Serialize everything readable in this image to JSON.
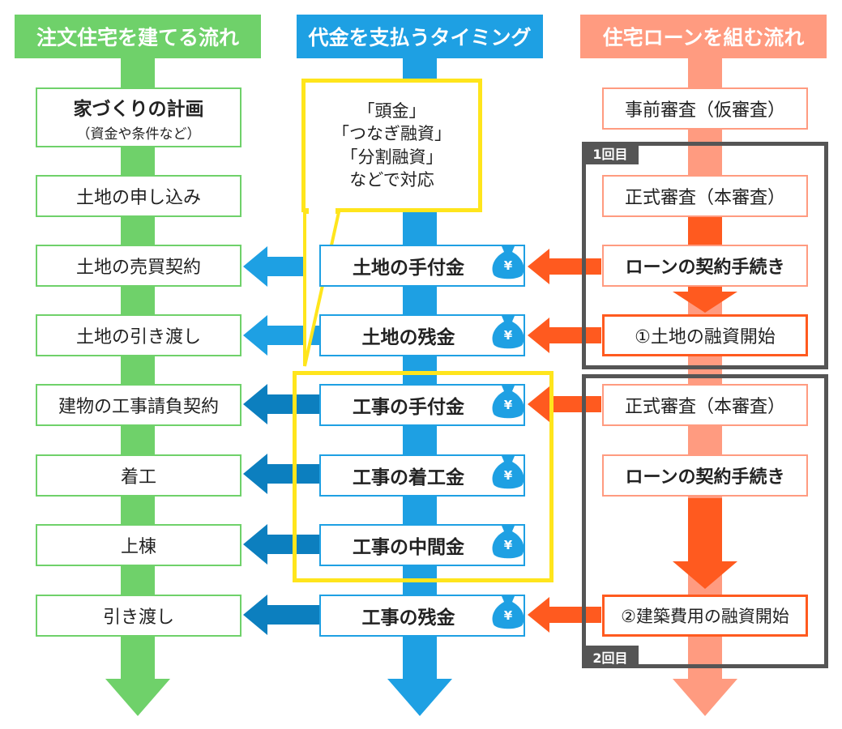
{
  "columns": {
    "left": {
      "title": "注文住宅を建てる流れ",
      "color": "#6fd16a"
    },
    "middle": {
      "title": "代金を支払うタイミング",
      "color": "#1ea0e3"
    },
    "right": {
      "title": "住宅ローンを組む流れ",
      "color": "#ff9b80"
    }
  },
  "left_steps": {
    "s1_main": "家づくりの計画",
    "s1_sub": "（資金や条件など）",
    "s2": "土地の申し込み",
    "s3": "土地の売買契約",
    "s4": "土地の引き渡し",
    "s5": "建物の工事請負契約",
    "s6": "着工",
    "s7": "上棟",
    "s8": "引き渡し"
  },
  "payments": {
    "p1": "土地の手付金",
    "p2": "土地の残金",
    "p3": "工事の手付金",
    "p4": "工事の着工金",
    "p5": "工事の中間金",
    "p6": "工事の残金",
    "money_symbol": "¥"
  },
  "note": {
    "line1": "「頭金」",
    "line2": "「つなぎ融資」",
    "line3": "「分割融資」",
    "line4": "などで対応"
  },
  "loan_steps": {
    "r1": "事前審査（仮審査）",
    "r2": "正式審査（本審査）",
    "r3": "ローンの契約手続き",
    "r4": "①土地の融資開始",
    "r5": "正式審査（本審査）",
    "r6": "ローンの契約手続き",
    "r7": "②建築費用の融資開始"
  },
  "tags": {
    "first": "1回目",
    "second": "2回目"
  },
  "colors": {
    "arrow_orange": "#ff5a1f",
    "arrow_blue_light": "#1ea0e3",
    "arrow_blue_dark": "#0c7fbf",
    "frame_gray": "#555555",
    "note_yellow": "#ffe51c"
  }
}
